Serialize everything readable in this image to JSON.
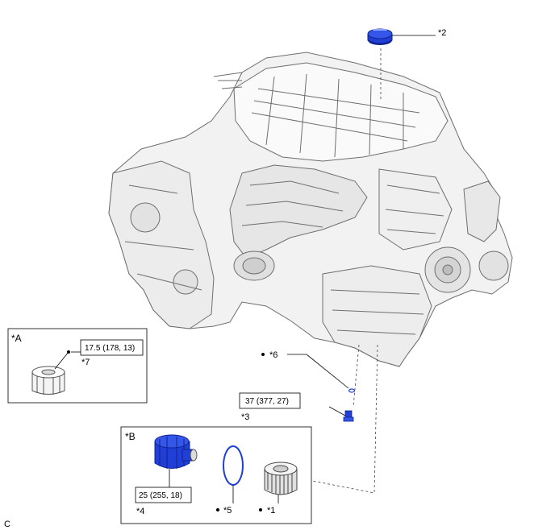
{
  "callouts": {
    "c1": "*1",
    "c2": "*2",
    "c3": "*3",
    "c4": "*4",
    "c5": "*5",
    "c6": "*6",
    "c7": "*7"
  },
  "panels": {
    "a": {
      "title": "*A"
    },
    "b": {
      "title": "*B"
    }
  },
  "torque": {
    "a": "17.5 (178, 13)",
    "drain_plug": "37 (377, 27)",
    "b": "25 (255, 18)"
  },
  "illustration_code": "C",
  "colors": {
    "part_highlight": "#1f3fd6",
    "part_highlight_dark": "#0f238f",
    "engine_fill": "#f2f2f2",
    "engine_line": "#6e6e6e",
    "leader": "#000000"
  }
}
